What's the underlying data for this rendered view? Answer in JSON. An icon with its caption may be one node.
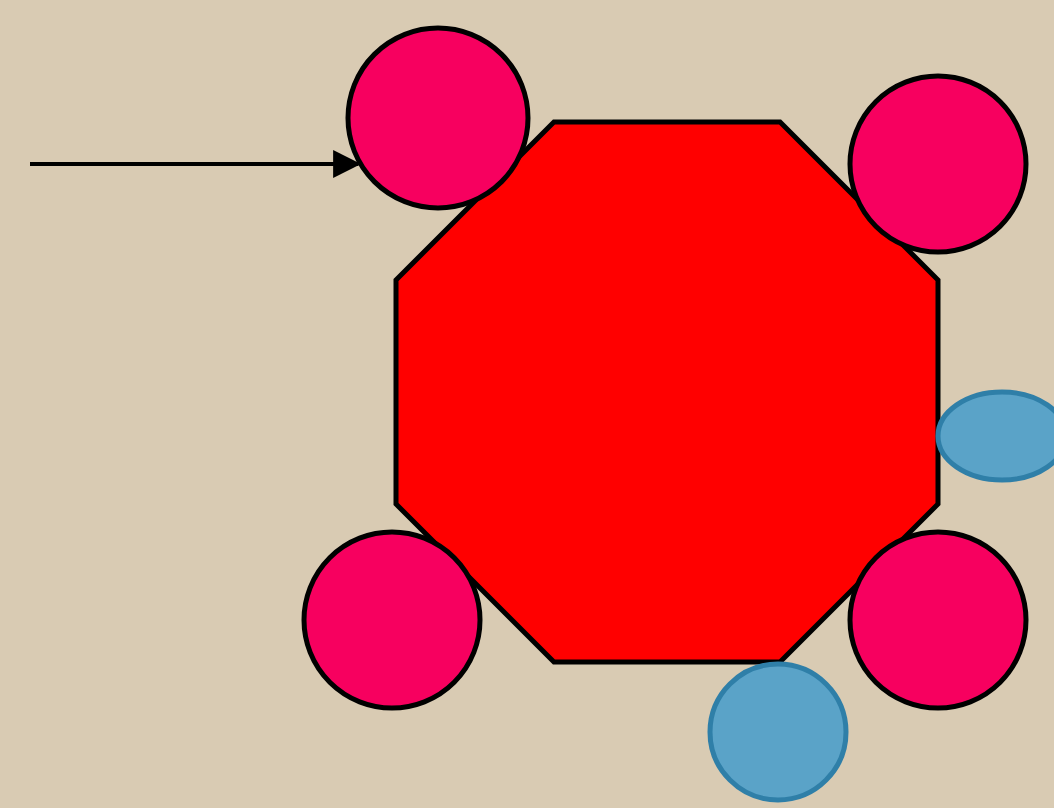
{
  "diagram": {
    "nodes": [
      {
        "text": [],
        "shape": "octagon"
      },
      {
        "text": [],
        "shape": "circle"
      },
      {
        "text": [],
        "shape": "circle"
      },
      {
        "text": [],
        "shape": "circle"
      },
      {
        "text": [],
        "shape": "circle"
      },
      {
        "text": [],
        "shape": "circle"
      },
      {
        "text": [],
        "shape": "circle"
      }
    ],
    "edges": [
      {
        "from": null,
        "to": 1,
        "arrow": "to"
      }
    ]
  }
}
